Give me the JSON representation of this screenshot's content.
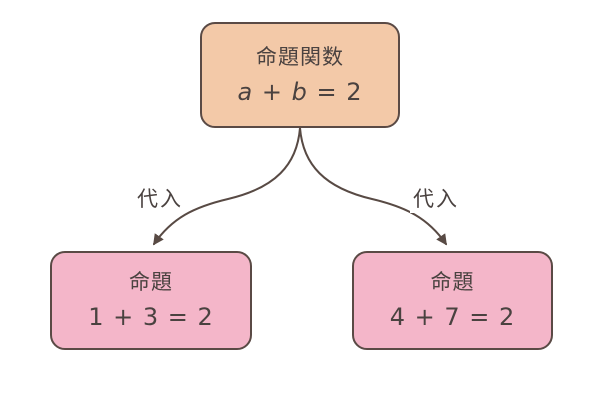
{
  "diagram": {
    "nodes": {
      "function": {
        "title": "命題関数",
        "formula": {
          "var1": "a",
          "op": " + ",
          "var2": "b",
          "rest": " = 2"
        },
        "fill": "#f3c9a8",
        "border": "#5a4a45"
      },
      "proposition_left": {
        "title": "命題",
        "formula": "1 + 3 = 2",
        "fill": "#f4b6c9",
        "border": "#5a4a45"
      },
      "proposition_right": {
        "title": "命題",
        "formula": "4 + 7 = 2",
        "fill": "#f4b6c9",
        "border": "#5a4a45"
      }
    },
    "edges": {
      "left_label": "代入",
      "right_label": "代入",
      "line_color": "#584a44"
    },
    "colors": {
      "background": "#ffffff",
      "text": "#4a4240"
    }
  }
}
